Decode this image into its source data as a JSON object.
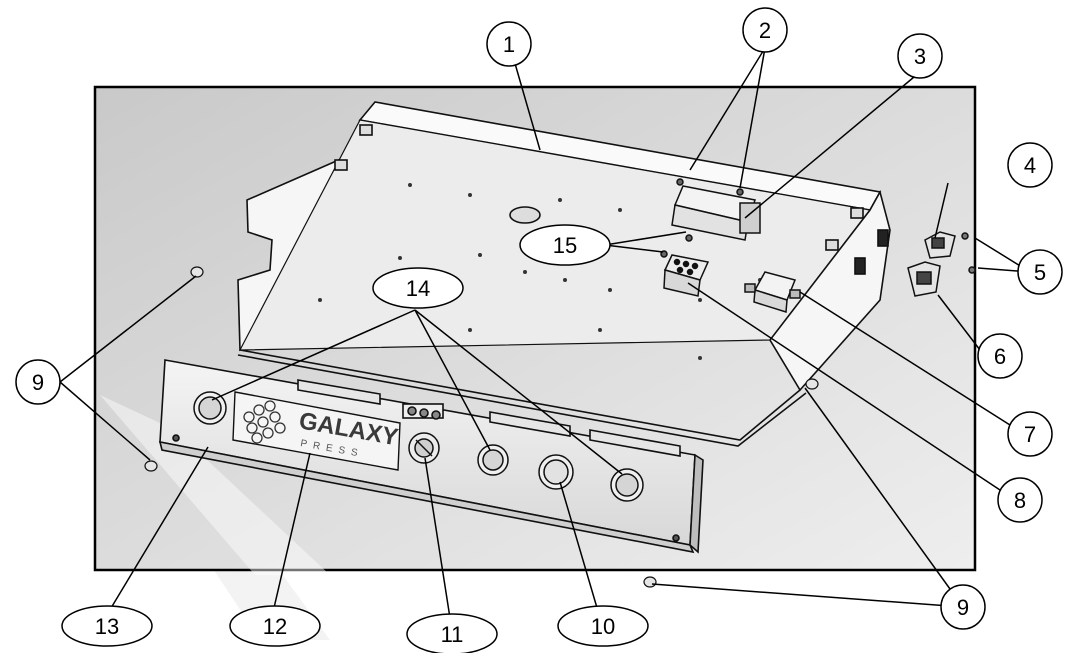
{
  "diagram": {
    "brand_logo_text": "GALAXY",
    "brand_logo_subtext": "PRESS",
    "callouts": [
      {
        "label": "1"
      },
      {
        "label": "2"
      },
      {
        "label": "3"
      },
      {
        "label": "4"
      },
      {
        "label": "5"
      },
      {
        "label": "6"
      },
      {
        "label": "7"
      },
      {
        "label": "8"
      },
      {
        "label": "9"
      },
      {
        "label": "9"
      },
      {
        "label": "10"
      },
      {
        "label": "11"
      },
      {
        "label": "12"
      },
      {
        "label": "13"
      },
      {
        "label": "14"
      },
      {
        "label": "15"
      }
    ]
  }
}
